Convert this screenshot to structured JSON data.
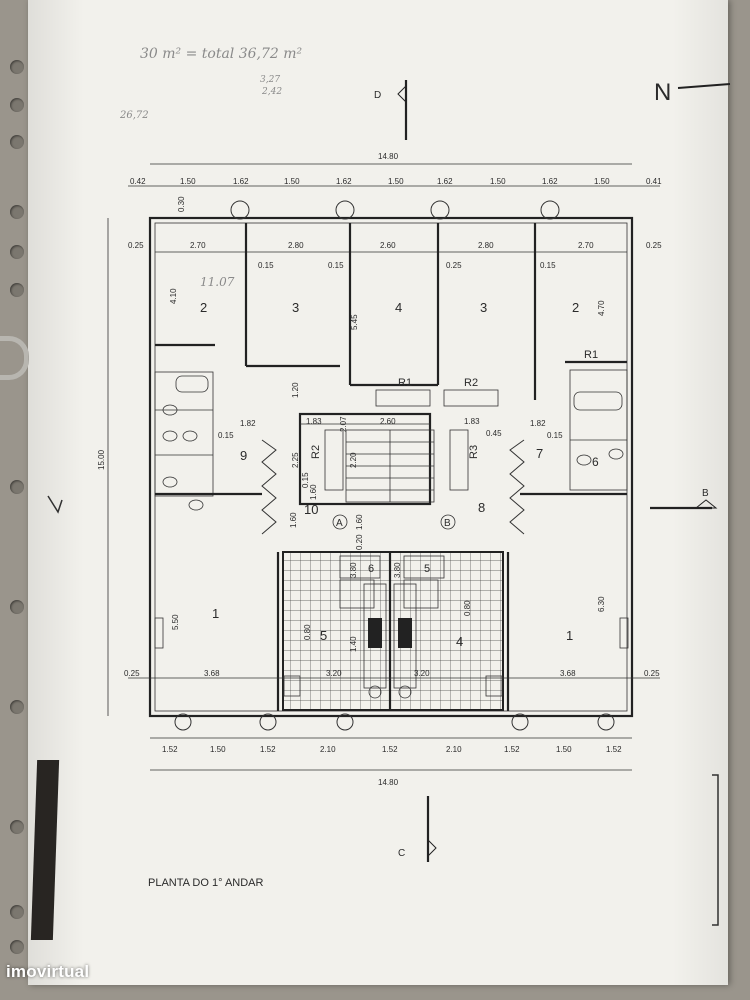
{
  "plan": {
    "title": "PLANTA DO 1° ANDAR",
    "north_label": "N",
    "section_labels": {
      "top": "D",
      "bottom": "C",
      "right": "B"
    },
    "dim_top_total": "14.80",
    "dim_bottom_total": "14.80",
    "dim_top_row": [
      "0.42",
      "1.50",
      "1.62",
      "1.50",
      "1.62",
      "1.50",
      "1.62",
      "1.50",
      "1.62",
      "1.50",
      "0.41"
    ],
    "dim_bottom_row": [
      "1.52",
      "1.50",
      "1.52",
      "2.10",
      "1.52",
      "2.10",
      "1.52",
      "1.50",
      "1.52"
    ],
    "dim_left_total": "15.00",
    "room_dims_top": [
      "0.25",
      "2.70",
      "2.80",
      "2.60",
      "2.80",
      "2.70",
      "0.25"
    ],
    "room_dims_bottom": [
      "0.25",
      "3.68",
      "3.20",
      "3.20",
      "3.68",
      "0.25"
    ],
    "misc_dims": [
      "0.30",
      "4.10",
      "0.15",
      "0.15",
      "0.15",
      "0.25",
      "5.45",
      "4.70",
      "0.15",
      "1.82",
      "1.82",
      "1.20",
      "1.60",
      "2.60",
      "2.07",
      "2.25",
      "0.15",
      "1.60",
      "1.60",
      "0.20",
      "1.83",
      "1.83",
      "0.45",
      "0.15",
      "5.50",
      "6.30",
      "0.80",
      "0.80",
      "3.80",
      "3.80",
      "1.40",
      "2.20"
    ],
    "rooms": {
      "r2_left": "2",
      "r3_left": "3",
      "r4": "4",
      "r3_right": "3",
      "r2_right": "2",
      "r9": "9",
      "r7": "7",
      "r10": "10",
      "r8": "8",
      "r1_left": "1",
      "r1_right": "1",
      "r5_kitchen": "5",
      "r4_kitchen": "4",
      "r6_small": "6",
      "r5_small": "5",
      "r6_bath": "6",
      "R1": "R1",
      "R2": "R2",
      "R1b": "R1",
      "R2v": "R2",
      "R3v": "R3",
      "A": "A",
      "B": "B"
    },
    "handwritten": {
      "note_top": "30 m² = total 36,72 m²",
      "area_11": "11.07",
      "side_notes": [
        "3,27",
        "2,42",
        "26,72"
      ]
    }
  },
  "watermark": "imovirtual"
}
